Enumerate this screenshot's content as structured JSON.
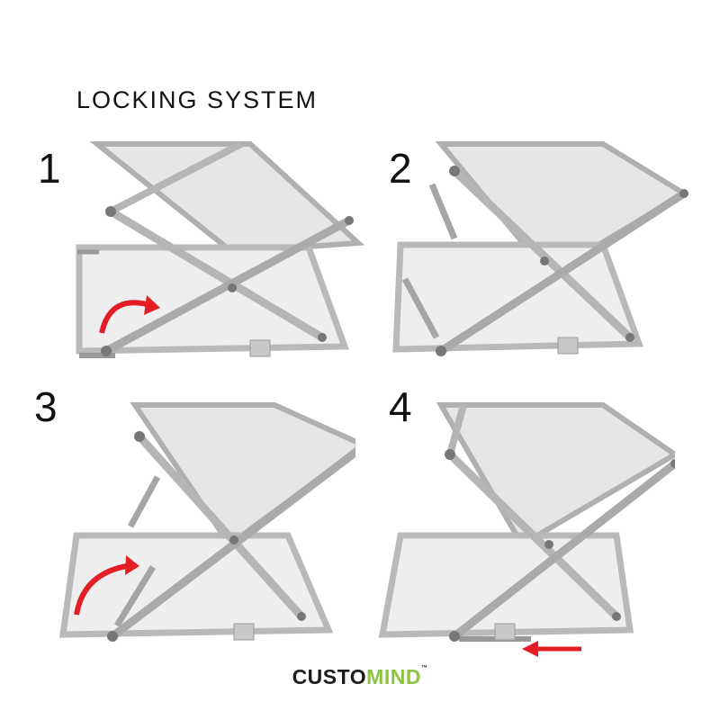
{
  "title": "LOCKING SYSTEM",
  "steps": [
    {
      "number": "1"
    },
    {
      "number": "2"
    },
    {
      "number": "3"
    },
    {
      "number": "4"
    }
  ],
  "logo": {
    "part1": "CUSTO",
    "part2": "MIND",
    "mark": "™"
  },
  "colors": {
    "arrow": "#e31e24",
    "frame": "#b8b8b8",
    "panel": "#ececec",
    "logo_green": "#8bc53f"
  },
  "icons": {
    "rotate_arrow": "curved-arrow-icon",
    "slide_arrow": "left-arrow-icon"
  }
}
